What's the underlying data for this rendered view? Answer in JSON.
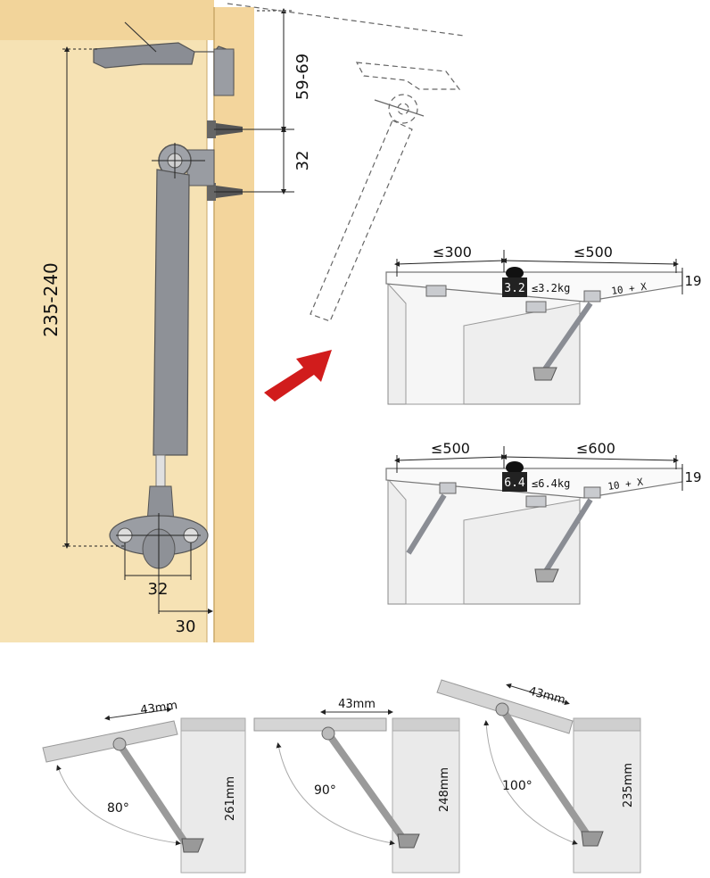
{
  "main_diagram": {
    "dim_total_length": "235-240",
    "dim_upper_offset": "59-69",
    "dim_screw_spacing": "32",
    "dim_base_spacing": "32",
    "dim_base_offset": "30"
  },
  "cabinet_small": {
    "dim_left": "≤300",
    "dim_right": "≤500",
    "dim_thickness": "19",
    "weight_badge": "3.2",
    "weight_label": "≤3.2kg",
    "offset_label": "10 + X"
  },
  "cabinet_large": {
    "dim_left": "≤500",
    "dim_right": "≤600",
    "dim_thickness": "19",
    "weight_badge": "6.4",
    "weight_label": "≤6.4kg",
    "offset_label": "10 + X"
  },
  "angle_diagrams": [
    {
      "angle": "80°",
      "spacing": "43mm",
      "length": "261mm"
    },
    {
      "angle": "90°",
      "spacing": "43mm",
      "length": "248mm"
    },
    {
      "angle": "100°",
      "spacing": "43mm",
      "length": "235mm"
    }
  ]
}
